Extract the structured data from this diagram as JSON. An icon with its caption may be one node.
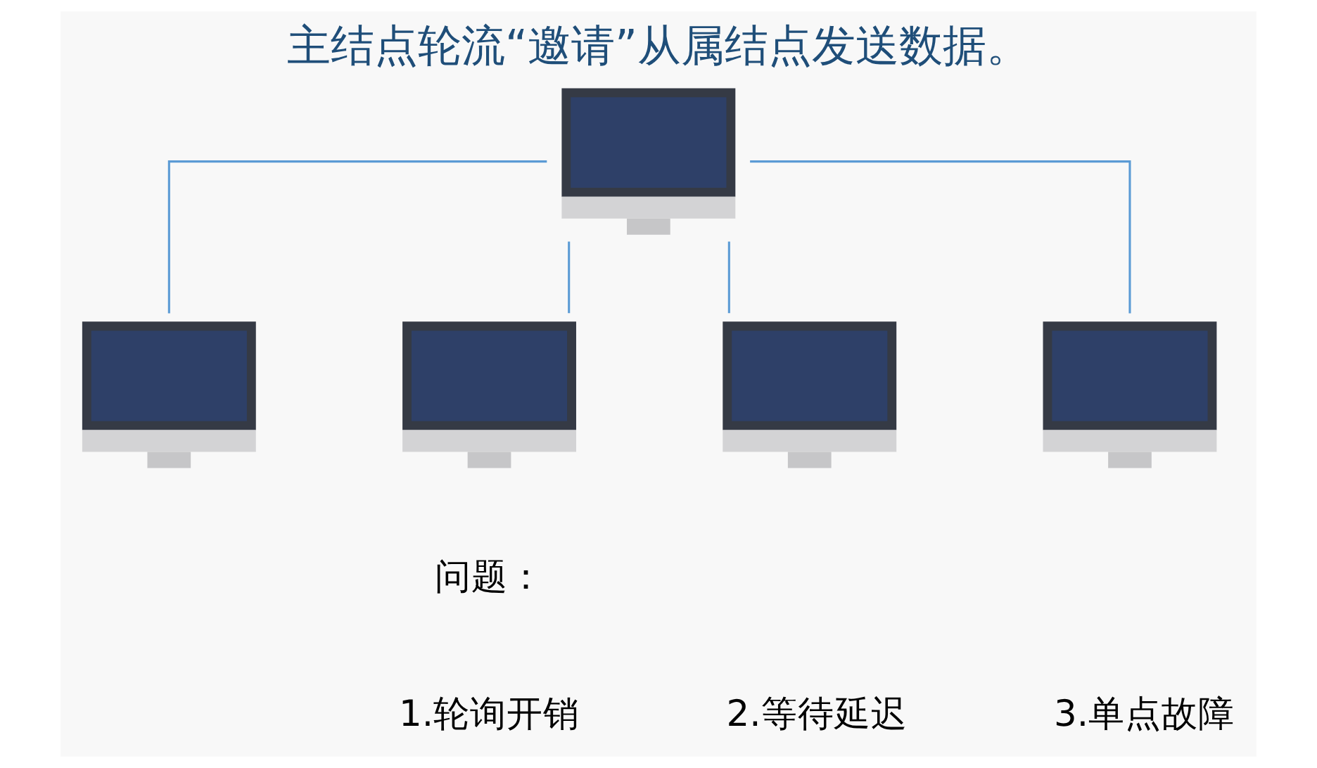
{
  "diagram": {
    "title": "主结点轮流“邀请”从属结点发送数据。",
    "nodes": [
      {
        "text": [],
        "shape": "picture"
      },
      {
        "text": [],
        "shape": "picture"
      },
      {
        "text": [],
        "shape": "picture"
      },
      {
        "text": [],
        "shape": "picture"
      },
      {
        "text": [],
        "shape": "picture"
      }
    ],
    "edges": [
      {
        "from": 0,
        "to": 1,
        "arrow": "none"
      },
      {
        "from": 0,
        "to": 2,
        "arrow": "none"
      },
      {
        "from": 0,
        "to": 3,
        "arrow": "none"
      },
      {
        "from": 0,
        "to": 4,
        "arrow": "none"
      }
    ],
    "labels": [
      "问题：",
      "1.轮询开销",
      "2.等待延迟",
      "3.单点故障"
    ]
  }
}
